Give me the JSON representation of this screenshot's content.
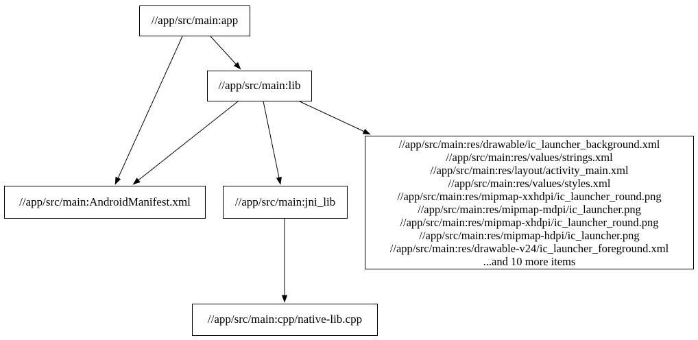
{
  "diagram": {
    "type": "dependency-graph",
    "colors": {
      "background": "#ffffff",
      "node_border": "#000000",
      "node_fill": "#ffffff",
      "edge": "#000000",
      "text": "#000000"
    },
    "nodes": {
      "app": {
        "label": "//app/src/main:app"
      },
      "lib": {
        "label": "//app/src/main:lib"
      },
      "manifest": {
        "label": "//app/src/main:AndroidManifest.xml"
      },
      "jni_lib": {
        "label": "//app/src/main:jni_lib"
      },
      "native_lib": {
        "label": "//app/src/main:cpp/native-lib.cpp"
      },
      "res_group": {
        "lines": [
          "//app/src/main:res/drawable/ic_launcher_background.xml",
          "//app/src/main:res/values/strings.xml",
          "//app/src/main:res/layout/activity_main.xml",
          "//app/src/main:res/values/styles.xml",
          "//app/src/main:res/mipmap-xxhdpi/ic_launcher_round.png",
          "//app/src/main:res/mipmap-mdpi/ic_launcher.png",
          "//app/src/main:res/mipmap-xhdpi/ic_launcher_round.png",
          "//app/src/main:res/mipmap-hdpi/ic_launcher.png",
          "//app/src/main:res/drawable-v24/ic_launcher_foreground.xml",
          "...and 10 more items"
        ]
      }
    },
    "edges": [
      {
        "from": "app",
        "to": "manifest"
      },
      {
        "from": "app",
        "to": "lib"
      },
      {
        "from": "lib",
        "to": "manifest"
      },
      {
        "from": "lib",
        "to": "jni_lib"
      },
      {
        "from": "lib",
        "to": "res_group"
      },
      {
        "from": "jni_lib",
        "to": "native_lib"
      }
    ]
  }
}
